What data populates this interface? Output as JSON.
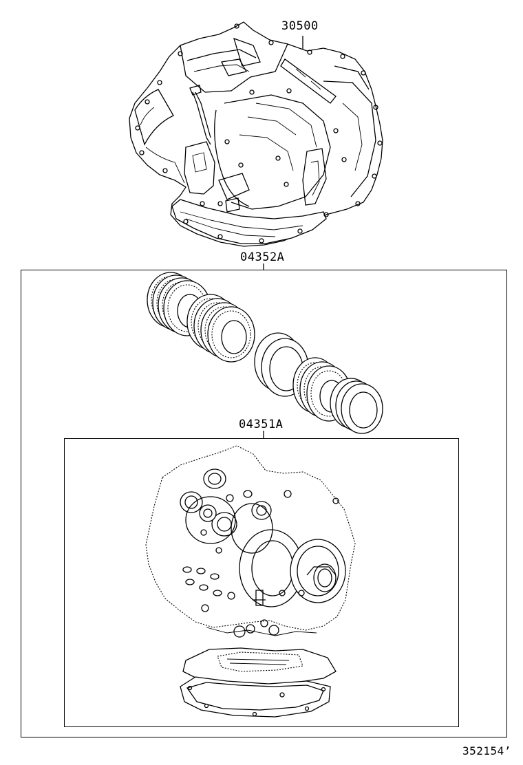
{
  "diagram": {
    "callouts": {
      "assembly": "30500",
      "overhaul_kit": "04352A",
      "gasket_kit": "04351A"
    },
    "figure_id": "352154’"
  }
}
